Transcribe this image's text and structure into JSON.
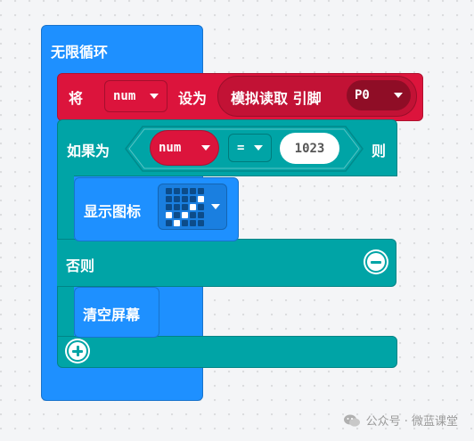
{
  "forever": {
    "label": "无限循环"
  },
  "set_block": {
    "prefix": "将",
    "variable": "num",
    "middle": "设为",
    "analog_label": "模拟读取 引脚",
    "pin": "P0"
  },
  "if_block": {
    "if_label": "如果为",
    "left_operand": "num",
    "operator": "=",
    "right_value": "1023",
    "then_label": "则",
    "else_label": "否则"
  },
  "show_icon": {
    "label": "显示图标",
    "icon_name": "check-icon",
    "pattern": [
      [
        0,
        0,
        0,
        0,
        0
      ],
      [
        0,
        0,
        0,
        0,
        1
      ],
      [
        0,
        0,
        0,
        1,
        0
      ],
      [
        1,
        0,
        1,
        0,
        0
      ],
      [
        0,
        1,
        0,
        0,
        0
      ]
    ]
  },
  "clear_block": {
    "label": "清空屏幕"
  },
  "buttons": {
    "remove_else": "minus-icon",
    "add_branch": "plus-icon"
  },
  "watermark": {
    "text": "公众号 · 微蓝课堂"
  },
  "colors": {
    "loop_blue": "#1e90ff",
    "variable_red": "#dc143c",
    "logic_teal": "#00a4a6",
    "pin_dark_red": "#8f0d26"
  }
}
